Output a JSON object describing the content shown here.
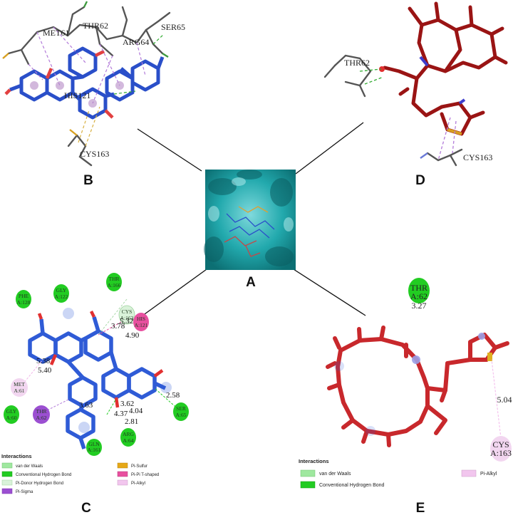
{
  "panels": {
    "A": "A",
    "B": "B",
    "C": "C",
    "D": "D",
    "E": "E"
  },
  "panel_b": {
    "labels": [
      "MET61",
      "THR62",
      "ARG64",
      "SER65",
      "HIS121",
      "CYS163"
    ]
  },
  "panel_d": {
    "labels": [
      "THR62",
      "CYS163"
    ]
  },
  "panel_c": {
    "residues": [
      {
        "name": "THR",
        "num": "A:166",
        "type": "van_der_waals"
      },
      {
        "name": "PHE",
        "num": "A:128",
        "type": "conventional_hb"
      },
      {
        "name": "GLY",
        "num": "A:122",
        "type": "conventional_hb"
      },
      {
        "name": "CYS",
        "num": "A:163",
        "type": "pi_donor_hb"
      },
      {
        "name": "HIS",
        "num": "A:121",
        "type": "pi_pi_tshaped"
      },
      {
        "name": "MET",
        "num": "A:61",
        "type": "pi_alkyl"
      },
      {
        "name": "GLY",
        "num": "A:60",
        "type": "conventional_hb"
      },
      {
        "name": "THR",
        "num": "A:62",
        "type": "pi_sigma"
      },
      {
        "name": "SER",
        "num": "A:65",
        "type": "conventional_hb"
      },
      {
        "name": "ARG",
        "num": "A:64",
        "type": "conventional_hb"
      },
      {
        "name": "GLN",
        "num": "A:161",
        "type": "conventional_hb"
      }
    ],
    "distances": [
      "3.78",
      "5.32",
      "4.90",
      "5.38",
      "5.40",
      "3.62",
      "4.04",
      "4.37",
      "2.81",
      "2.58",
      "3.63"
    ],
    "legend_title": "Interactions",
    "legend": [
      {
        "label": "van der Waals",
        "color": "#9fe89f"
      },
      {
        "label": "Conventional Hydrogen Bond",
        "color": "#22cc22"
      },
      {
        "label": "Pi-Donor Hydrogen Bond",
        "color": "#d9f2d9"
      },
      {
        "label": "Pi-Sigma",
        "color": "#9b4fd1"
      },
      {
        "label": "Pi-Sulfur",
        "color": "#e6a817"
      },
      {
        "label": "Pi-Pi T-shaped",
        "color": "#e8509f"
      },
      {
        "label": "Pi-Alkyl",
        "color": "#f2c6ee"
      }
    ]
  },
  "panel_e": {
    "residues": [
      {
        "name": "THR",
        "num": "A:62"
      },
      {
        "name": "CYS",
        "num": "A:163"
      }
    ],
    "distances": [
      "3.27",
      "5.04"
    ],
    "legend_title": "Interactions",
    "legend": [
      {
        "label": "van der Waals",
        "color": "#9fe89f"
      },
      {
        "label": "Conventional Hydrogen Bond",
        "color": "#22cc22"
      },
      {
        "label": "Pi-Alkyl",
        "color": "#f2c6ee"
      }
    ]
  },
  "colors": {
    "ligand_blue": "#2a4fc9",
    "ligand_red": "#a01818",
    "protein_surface": "#1fa3a8",
    "residue_stick": "#555555"
  }
}
